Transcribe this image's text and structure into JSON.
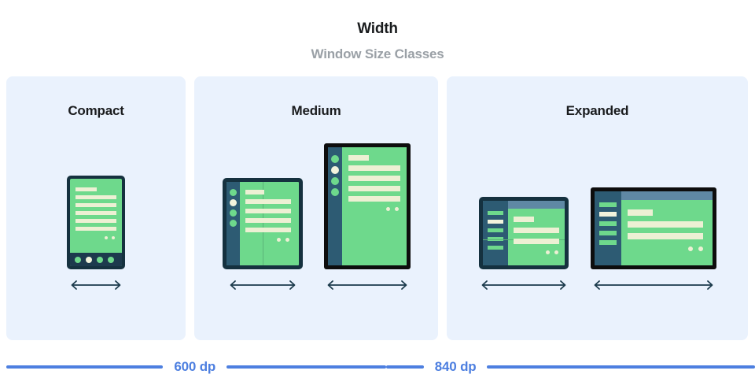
{
  "header": {
    "title": "Width",
    "subtitle": "Window Size Classes"
  },
  "panels": [
    {
      "key": "compact",
      "label": "Compact",
      "devices": [
        {
          "name": "phone",
          "type": "phone-portrait"
        }
      ]
    },
    {
      "key": "medium",
      "label": "Medium",
      "devices": [
        {
          "name": "foldable",
          "type": "foldable-portrait"
        },
        {
          "name": "tablet",
          "type": "tablet-portrait"
        }
      ]
    },
    {
      "key": "expanded",
      "label": "Expanded",
      "devices": [
        {
          "name": "foldable",
          "type": "foldable-landscape"
        },
        {
          "name": "tablet",
          "type": "tablet-landscape"
        }
      ]
    }
  ],
  "breakpoints": [
    {
      "label": "600 dp"
    },
    {
      "label": "840 dp"
    }
  ],
  "icons": {
    "width_arrow": "double-headed-arrow"
  },
  "colors": {
    "panel_background": "#eaf2fd",
    "accent_blue": "#4d7fe0",
    "device_frame_navy": "#15313f",
    "device_frame_black": "#0d0d0d",
    "screen_green": "#6ed98c",
    "content_cream": "#edf0d4",
    "rail_blue": "#2d5b73",
    "topbar_blue": "#5f88a4",
    "title_text": "#1a1c1e",
    "subtitle_text": "#9aa0a6"
  }
}
